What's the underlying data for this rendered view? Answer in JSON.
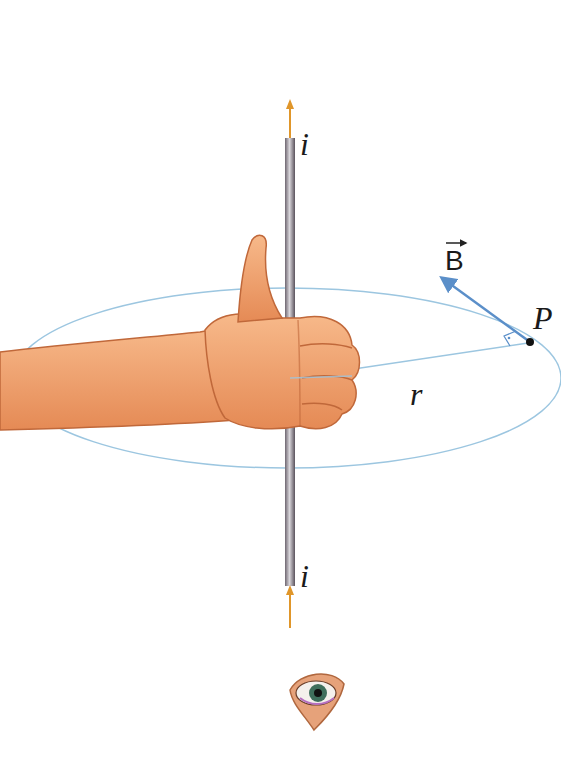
{
  "diagram": {
    "labels": [
      "i",
      "B",
      "P",
      "r",
      "i"
    ]
  }
}
